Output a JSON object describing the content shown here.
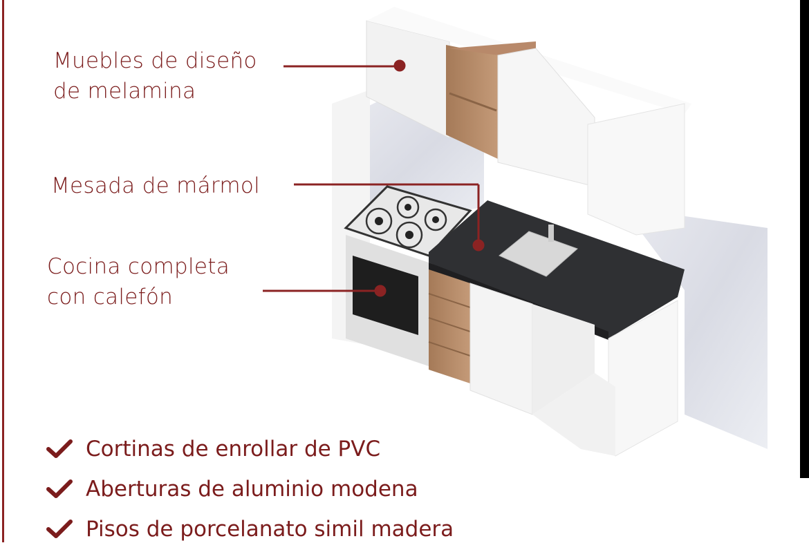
{
  "callouts": [
    {
      "line1": "Muebles de diseño",
      "line2": "de melamina"
    },
    {
      "line1": "Mesada de mármol"
    },
    {
      "line1": "Cocina completa",
      "line2": "con calefón"
    }
  ],
  "features": [
    "Cortinas de enrollar de PVC",
    "Aberturas de aluminio modena",
    "Pisos de porcelanato simil madera"
  ],
  "colors": {
    "accent": "#7b1c1c",
    "rule": "#8b2323"
  }
}
